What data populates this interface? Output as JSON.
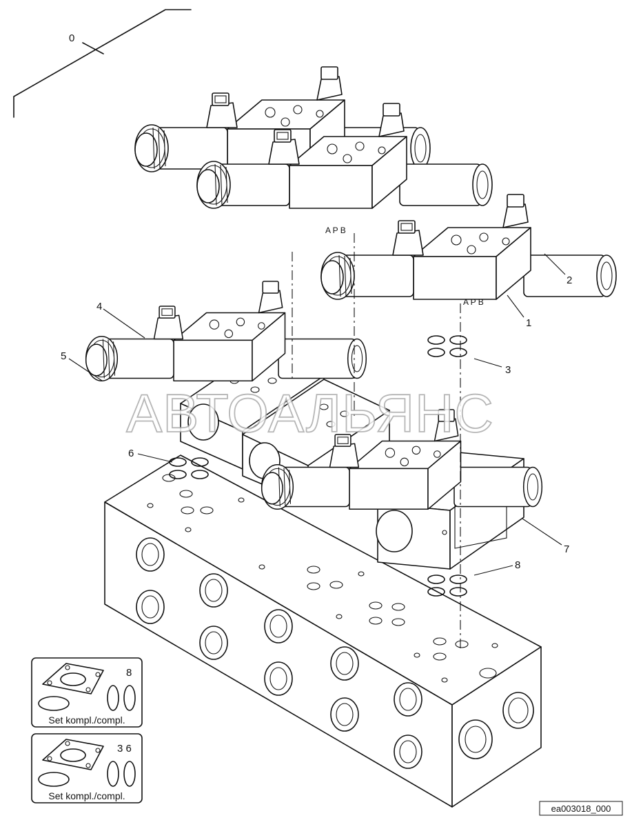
{
  "callouts": [
    "0",
    "1",
    "2",
    "3",
    "4",
    "5",
    "6",
    "7",
    "8"
  ],
  "valve_marking": "A P B",
  "kits": [
    {
      "numbers": "8",
      "caption": "Set kompl./compl."
    },
    {
      "numbers": "3 6",
      "caption": "Set kompl./compl."
    }
  ],
  "watermark": "АВТОАЛЬЯНС",
  "drawing_id": "ea003018_000"
}
